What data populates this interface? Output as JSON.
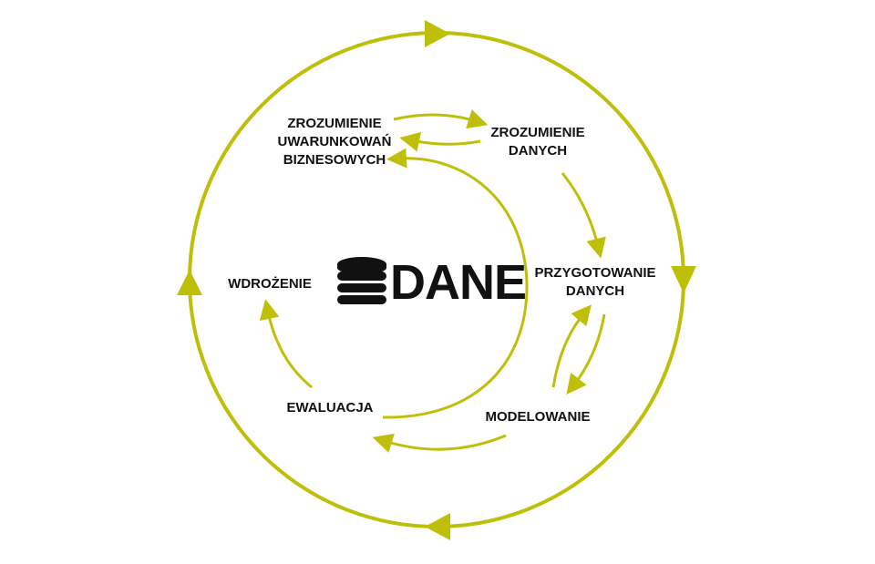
{
  "center": {
    "title": "DANE",
    "icon": "database-icon"
  },
  "stages": {
    "business": "ZROZUMIENIE\nUWARUNKOWAŃ\nBIZNESOWYCH",
    "data_understanding": "ZROZUMIENIE\nDANYCH",
    "preparation": "PRZYGOTOWANIE\nDANYCH",
    "modeling": "MODELOWANIE",
    "evaluation": "EWALUACJA",
    "deployment": "WDROŻENIE"
  },
  "colors": {
    "accent": "#bfbf0a",
    "text": "#111111"
  }
}
